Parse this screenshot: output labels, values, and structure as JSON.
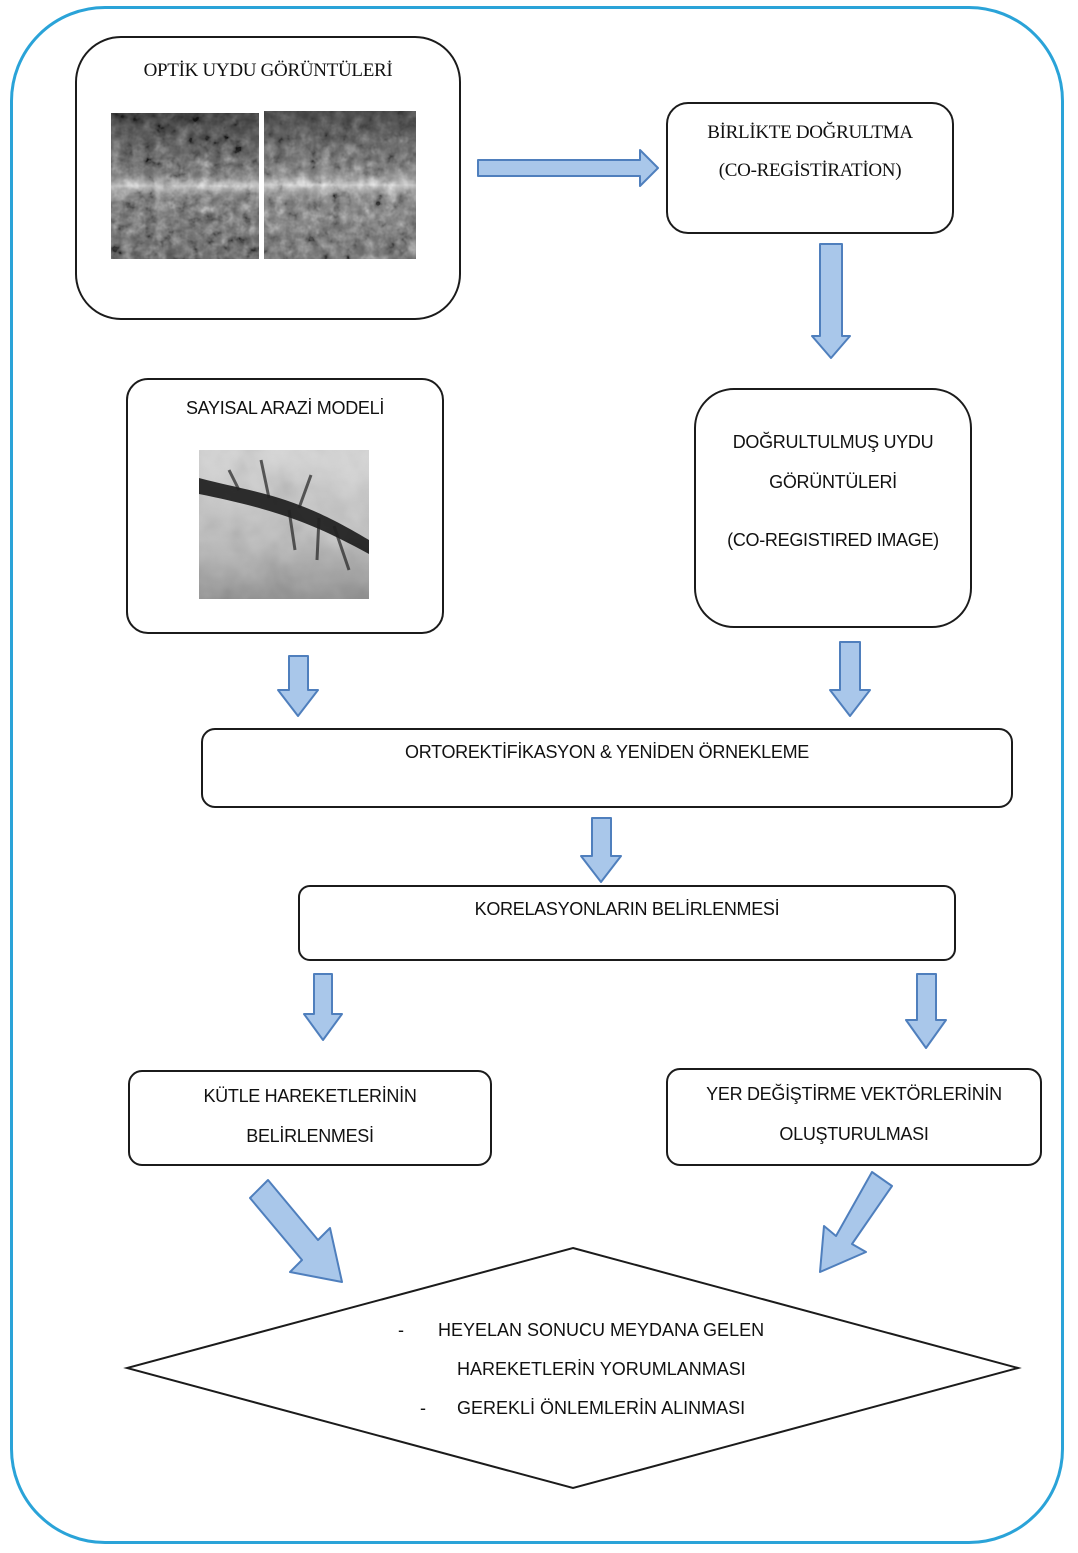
{
  "boxes": {
    "optik": {
      "title": "OPTİK UYDU GÖRÜNTÜLERİ"
    },
    "birlikte": {
      "line1": "BİRLİKTE DOĞRULTMA",
      "line2": "(CO-REGİSTİRATİON)"
    },
    "sayisal": {
      "title": "SAYISAL ARAZİ MODELİ"
    },
    "dogrultulmus": {
      "line1": "DOĞRULTULMUŞ UYDU",
      "line2": "GÖRÜNTÜLERİ",
      "line3": "(CO-REGISTIRED IMAGE)"
    },
    "orto": {
      "title": "ORTOREKTİFİKASYON & YENİDEN ÖRNEKLEME"
    },
    "korelasyon": {
      "title": "KORELASYONLARIN BELİRLENMESİ"
    },
    "kutle": {
      "line1": "KÜTLE HAREKETLERİNİN",
      "line2": "BELİRLENMESİ"
    },
    "yer": {
      "line1": "YER DEĞİŞTİRME VEKTÖRLERİNİN",
      "line2": "OLUŞTURULMASI"
    },
    "diamond": {
      "bullet1_dash": "-",
      "bullet1_line1": "HEYELAN SONUCU MEYDANA GELEN",
      "bullet1_line2": "HAREKETLERİN YORUMLANMASI",
      "bullet2_dash": "-",
      "bullet2": "GEREKLİ ÖNLEMLERİN ALINMASI"
    }
  },
  "colors": {
    "frame": "#2aa3d8",
    "arrow_fill": "#a9c7ea",
    "arrow_stroke": "#4f7fbd",
    "box_border": "#1b1b1b"
  }
}
